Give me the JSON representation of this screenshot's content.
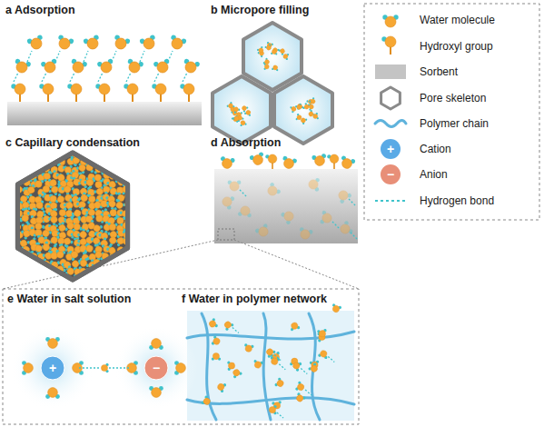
{
  "diagram": {
    "labels": [
      "a Adsorption",
      "b Micropore filling",
      "c Capillary condensation",
      "d Absorption",
      "e Water in salt solution",
      "f Water in polymer network",
      "+",
      "−",
      "+",
      "−"
    ],
    "legend": [
      {
        "text": "Water molecule"
      },
      {
        "text": "Hydroxyl group"
      },
      {
        "text": "Sorbent",
        "color": "#c4c4c4"
      },
      {
        "text": "Pore skeleton"
      },
      {
        "text": "Polymer chain"
      },
      {
        "text": "Cation"
      },
      {
        "text": "Anion"
      },
      {
        "text": "Hydrogen bond"
      }
    ]
  }
}
